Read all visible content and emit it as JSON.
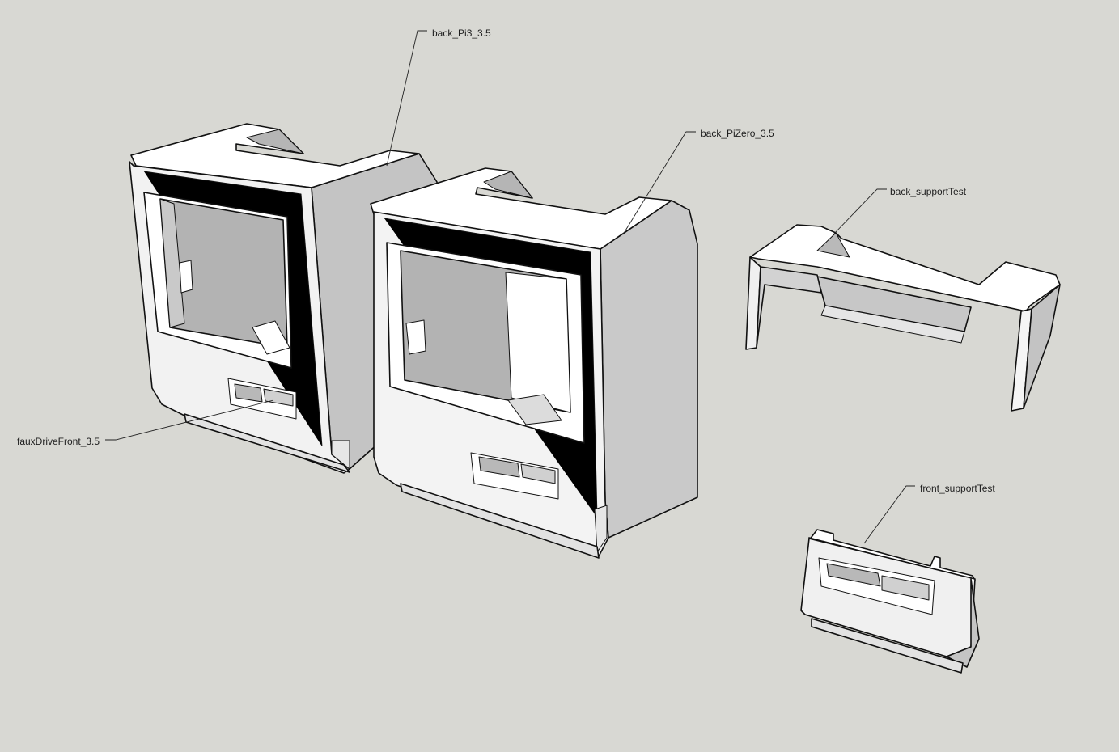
{
  "colors": {
    "background": "#d8d8d3",
    "face_light": "#ffffff",
    "face_mid": "#e4e4e4",
    "face_shade": "#c2c2c2",
    "face_dark": "#a9a9a9",
    "edge": "#111111"
  },
  "labels": {
    "back_pi3": "back_Pi3_3.5",
    "back_pizero": "back_PiZero_3.5",
    "back_support": "back_supportTest",
    "front_support": "front_supportTest",
    "faux_drive": "fauxDriveFront_3.5"
  }
}
